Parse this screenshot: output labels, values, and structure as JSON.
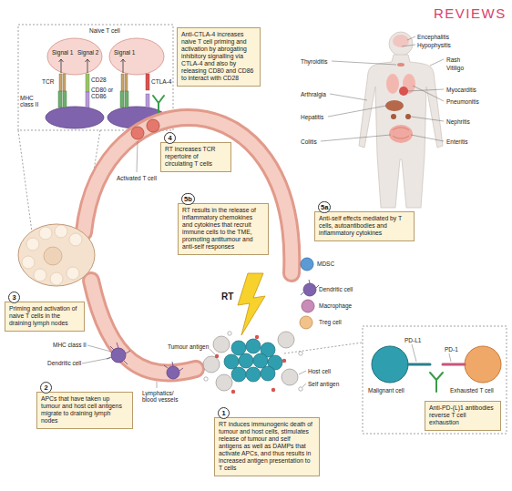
{
  "diagram": {
    "nodes": [
      {
        "text": [
          "Anti-CTLA-4 increases naive T cell priming and activation by abrogating inhibitory signalling via CTLA-4 and also by releasing CD80 and CD86 to interact with CD28"
        ]
      },
      {
        "text": [
          "4",
          "RT increases TCR repertoire of circulating T cells"
        ]
      },
      {
        "text": [
          "5a",
          "Anti-self effects mediated by T cells, autoantibodies and inflammatory cytokines"
        ]
      },
      {
        "text": [
          "5b",
          "RT results in the release of inflammatory chemokines and cytokines that recruit immune cells to the TME, promoting antitumour and anti-self responses"
        ]
      },
      {
        "text": [
          "3",
          "Priming and activation of naive T cells in the draining lymph nodes"
        ]
      },
      {
        "text": [
          "2",
          "APCs that have taken up tumour and host cell antigens migrate to draining lymph nodes"
        ]
      },
      {
        "text": [
          "Anti-PD-(L)1 antibodies reverse T cell exhaustion"
        ]
      },
      {
        "text": [
          "1",
          "RT induces immunogenic death of tumour and host cells, stimulates release of tumour and self antigens as well as DAMPs that activate APCs, and thus results in increased antigen presentation to T cells"
        ]
      }
    ],
    "labels": [
      "REVIEWS",
      "Naive T cell",
      "Signal 1",
      "Signal 2",
      "Signal 1",
      "TCR",
      "CD28",
      "MHC class II",
      "CD80 or CD86",
      "CTLA-4",
      "Encephalitis",
      "Hypophysitis",
      "Thyroiditis",
      "Rash",
      "Vitiligo",
      "Arthralgia",
      "Myocarditis",
      "Pneumonitis",
      "Hepatitis",
      "Nephritis",
      "Colitis",
      "Enteritis",
      "Activated T cell",
      "MDSC",
      "Dendritic cell",
      "Macrophage",
      "Treg cell",
      "RT",
      "MHC class II",
      "Dendritic cell",
      "Lymphatics/ blood vessels",
      "Tumour antigen",
      "Host cell",
      "Self antigen",
      "PD-L1",
      "PD-1",
      "Malignant cell",
      "Exhausted T cell"
    ]
  }
}
